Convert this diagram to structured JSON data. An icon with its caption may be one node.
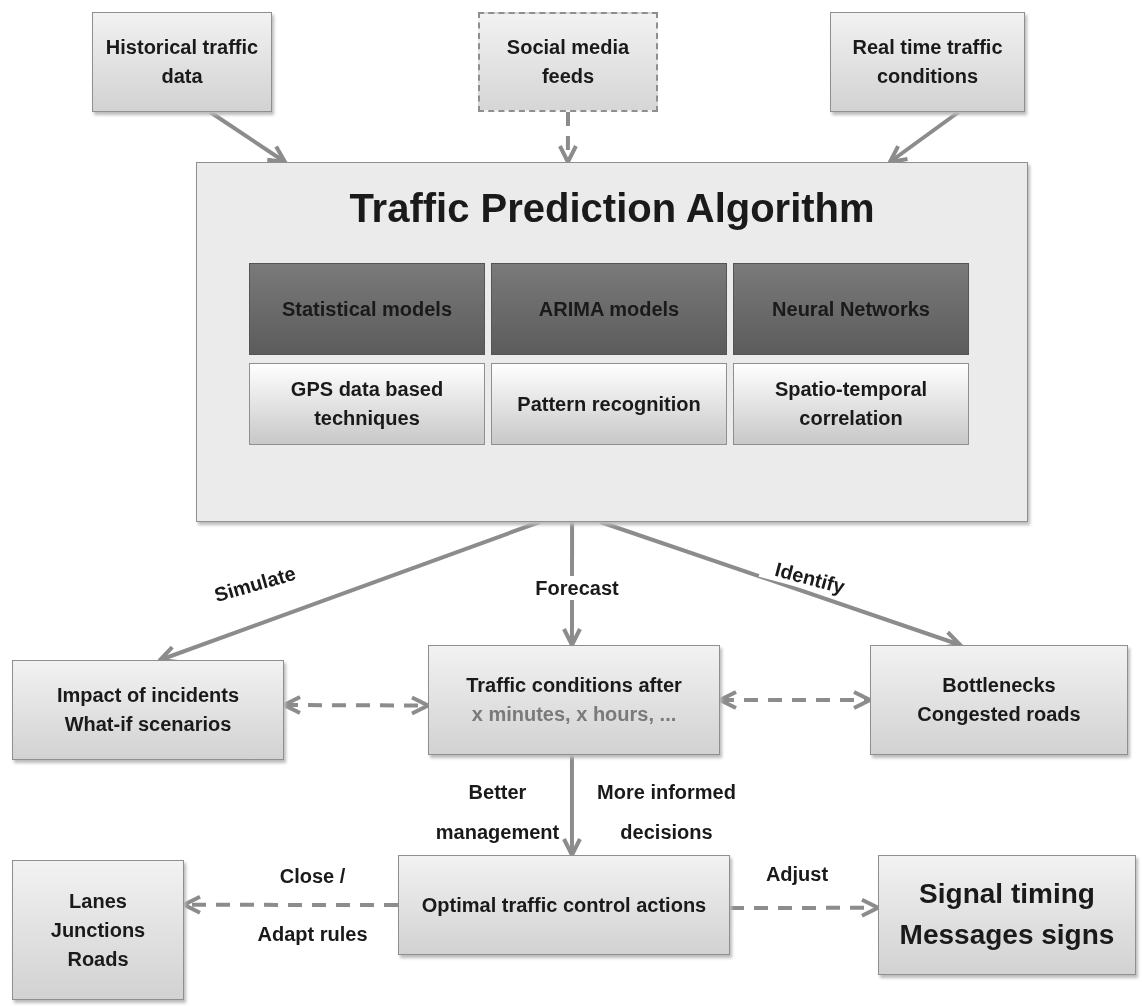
{
  "diagram": {
    "nodes": [
      {
        "text": [
          "Historical traffic data"
        ]
      },
      {
        "text": [
          "Social media feeds"
        ]
      },
      {
        "text": [
          "Real time traffic conditions"
        ]
      },
      {
        "text": [
          "Traffic Prediction Algorithm"
        ]
      },
      {
        "text": [
          "Statistical models"
        ],
        "in": 3
      },
      {
        "text": [
          "ARIMA models"
        ],
        "in": 3
      },
      {
        "text": [
          "Neural Networks"
        ],
        "in": 3
      },
      {
        "text": [
          "GPS data based techniques"
        ],
        "in": 3
      },
      {
        "text": [
          "Pattern recognition"
        ],
        "in": 3
      },
      {
        "text": [
          "Spatio-temporal correlation"
        ],
        "in": 3
      },
      {
        "text": [
          "Impact of incidents",
          "What-if scenarios"
        ]
      },
      {
        "text": [
          "Traffic conditions after",
          "x minutes, x hours, ..."
        ]
      },
      {
        "text": [
          "Bottlenecks",
          "Congested roads"
        ]
      },
      {
        "text": [
          "Lanes",
          "Junctions",
          "Roads"
        ]
      },
      {
        "text": [
          "Optimal traffic control actions"
        ]
      },
      {
        "text": [
          "Signal timing",
          "Messages signs"
        ]
      }
    ],
    "edges": [
      {
        "from": 0,
        "to": 3,
        "arrow": "to"
      },
      {
        "from": 1,
        "to": 3,
        "arrow": "to",
        "style": "dashed"
      },
      {
        "from": 2,
        "to": 3,
        "arrow": "to"
      },
      {
        "from": 3,
        "to": 10,
        "arrow": "to",
        "label": "Simulate"
      },
      {
        "from": 3,
        "to": 11,
        "arrow": "to",
        "label": "Forecast"
      },
      {
        "from": 3,
        "to": 12,
        "arrow": "to",
        "label": "Identify"
      },
      {
        "from": 10,
        "to": 11,
        "arrow": "both",
        "style": "dashed"
      },
      {
        "from": 11,
        "to": 12,
        "arrow": "both",
        "style": "dashed"
      },
      {
        "from": 11,
        "to": 14,
        "arrow": "to"
      },
      {
        "from": 14,
        "to": 13,
        "arrow": "to",
        "style": "dashed",
        "label": "Close / Adapt rules"
      },
      {
        "from": 14,
        "to": 15,
        "arrow": "to",
        "style": "dashed",
        "label": "Adjust"
      }
    ],
    "labels": [
      "Better management",
      "More informed decisions"
    ]
  }
}
